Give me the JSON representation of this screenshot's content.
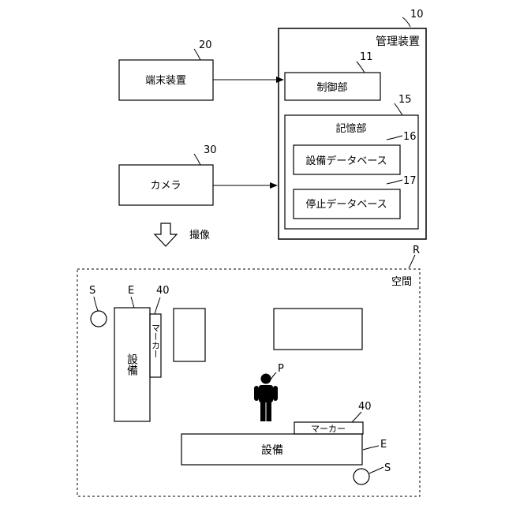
{
  "management": {
    "ref": "10",
    "title": "管理装置",
    "control": {
      "ref": "11",
      "label": "制御部"
    },
    "storage": {
      "ref": "15",
      "label": "記憶部",
      "equipment_db": {
        "ref": "16",
        "label": "設備データベース"
      },
      "stop_db": {
        "ref": "17",
        "label": "停止データベース"
      }
    }
  },
  "terminal": {
    "ref": "20",
    "label": "端末装置"
  },
  "camera": {
    "ref": "30",
    "label": "カメラ"
  },
  "capture_label": "撮像",
  "space": {
    "ref": "R",
    "title": "空間",
    "equipment_left": {
      "ref": "E",
      "label": "設備"
    },
    "marker_left": {
      "ref": "40",
      "label": "マーカー"
    },
    "sensor_left_ref": "S",
    "person_ref": "P",
    "marker_bottom": {
      "ref": "40",
      "label": "マーカー"
    },
    "equipment_bottom": {
      "ref": "E",
      "label": "設備"
    },
    "sensor_bottom_ref": "S"
  }
}
